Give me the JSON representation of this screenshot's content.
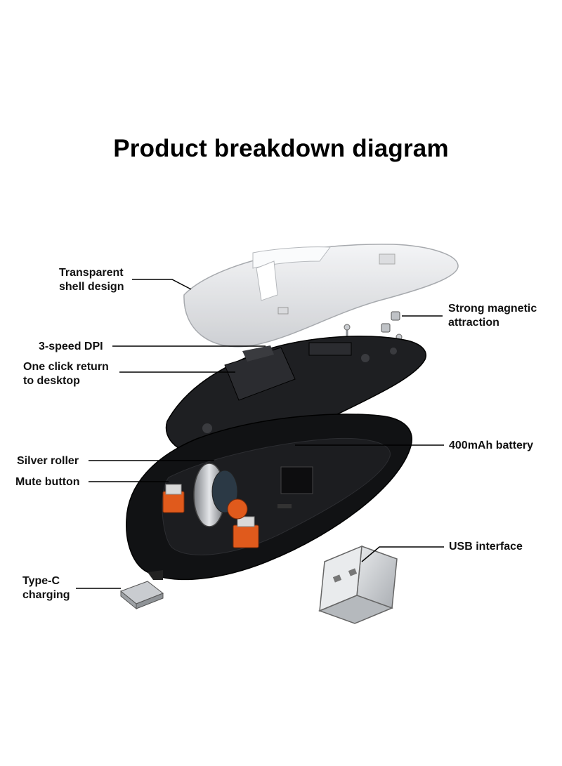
{
  "title": "Product breakdown diagram",
  "labels": {
    "shell": [
      "Transparent",
      "shell design"
    ],
    "magnet": [
      "Strong magnetic",
      "attraction"
    ],
    "dpi": "3-speed DPI",
    "desktop": [
      "One click return",
      "to desktop"
    ],
    "battery": "400mAh battery",
    "roller": "Silver roller",
    "mute": "Mute button",
    "usb": "USB interface",
    "typec": [
      "Type-C",
      "charging"
    ]
  },
  "colors": {
    "shell": "#e6e7ea",
    "frame": "#1d1e20",
    "base": "#111214",
    "accent_orange": "#e05a1c",
    "roller": "#b9bcc1",
    "usb_metal": "#c9ccd0"
  }
}
